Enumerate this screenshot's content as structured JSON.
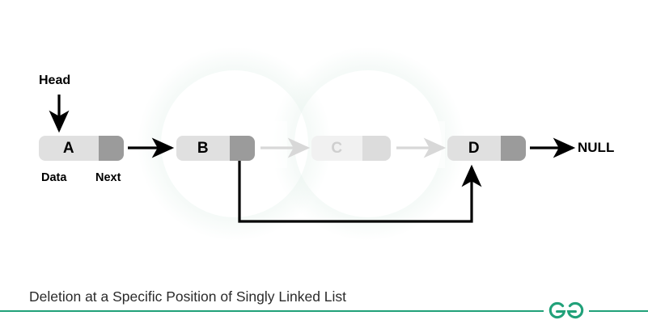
{
  "caption": "Deletion at a Specific Position of Singly Linked List",
  "colors": {
    "brand_green": "#21a179",
    "node_data_bg": "#E0E0E0",
    "node_next_bg": "#9B9B9B",
    "faded_data_bg": "#F1F1F1",
    "faded_next_bg": "#DCDCDC",
    "arrow_dark": "#000000",
    "arrow_faded": "#D8D8D8",
    "caption_text": "#2B2B2B"
  },
  "diagram": {
    "type": "singly-linked-list",
    "head_label": "Head",
    "null_label": "NULL",
    "field_labels": {
      "data": "Data",
      "next": "Next"
    },
    "nodes": [
      {
        "value": "A",
        "state": "active"
      },
      {
        "value": "B",
        "state": "active"
      },
      {
        "value": "C",
        "state": "faded"
      },
      {
        "value": "D",
        "state": "active"
      }
    ],
    "links": [
      {
        "from": "A",
        "to": "B",
        "state": "active"
      },
      {
        "from": "B",
        "to": "C",
        "state": "faded"
      },
      {
        "from": "C",
        "to": "D",
        "state": "faded"
      },
      {
        "from": "D",
        "to": "NULL",
        "state": "active"
      },
      {
        "from": "B",
        "to": "D",
        "state": "bypass"
      }
    ]
  },
  "logo": {
    "name": "geeksforgeeks-logo",
    "alt": "GeeksforGeeks"
  }
}
